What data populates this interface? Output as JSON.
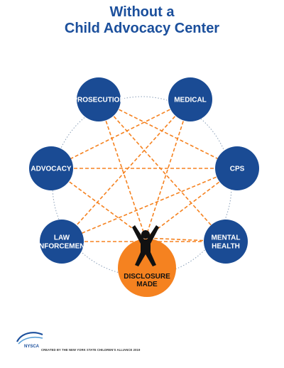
{
  "title": {
    "line1": "Without a",
    "line2": "Child Advocacy Center"
  },
  "nodes": [
    {
      "id": "prosecution",
      "label": [
        "PROSECUTION"
      ]
    },
    {
      "id": "medical",
      "label": [
        "MEDICAL"
      ]
    },
    {
      "id": "advocacy",
      "label": [
        "ADVOCACY"
      ]
    },
    {
      "id": "cps",
      "label": [
        "CPS"
      ]
    },
    {
      "id": "law-enforcement",
      "label": [
        "LAW",
        "ENFORCEMENT"
      ]
    },
    {
      "id": "mental-health",
      "label": [
        "MENTAL",
        "HEALTH"
      ]
    }
  ],
  "center_node": {
    "id": "disclosure",
    "label": [
      "DISCLOSURE",
      "MADE"
    ]
  },
  "connections": [
    [
      "prosecution",
      "cps"
    ],
    [
      "prosecution",
      "mental-health"
    ],
    [
      "prosecution",
      "disclosure"
    ],
    [
      "medical",
      "advocacy"
    ],
    [
      "medical",
      "law-enforcement"
    ],
    [
      "medical",
      "disclosure"
    ],
    [
      "advocacy",
      "cps"
    ],
    [
      "advocacy",
      "disclosure"
    ],
    [
      "cps",
      "law-enforcement"
    ],
    [
      "cps",
      "disclosure"
    ],
    [
      "law-enforcement",
      "mental-health"
    ],
    [
      "mental-health",
      "disclosure"
    ]
  ],
  "colors": {
    "title": "#1b4f9c",
    "node": "#1a4b94",
    "center_node": "#f58220",
    "connection": "#f58220",
    "outer_ring": "#8a9fb8",
    "figure": "#111111"
  },
  "footer": {
    "logo_text": "NYSCA",
    "credit": "CREATED BY THE NEW YORK STATE CHILDREN'S ALLIANCE 2019"
  }
}
